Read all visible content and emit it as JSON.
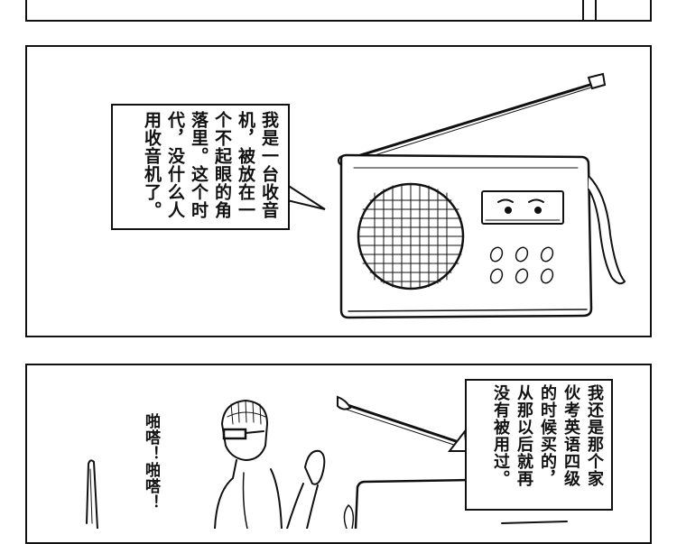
{
  "panels": [
    {
      "name": "top-panel-fragment"
    },
    {
      "name": "radio-panel",
      "speech": {
        "text": "我是一台收音\n机，被放在一\n个不起眼的角\n落里。这个时\n代，没什么人\n用收音机了。"
      }
    },
    {
      "name": "student-panel",
      "sfx": "啪嗒！啪嗒！",
      "speech": {
        "text": "我还是那个家\n伙考英语四级\n的时候买的，\n从那以后就再\n没有被用过。"
      }
    }
  ],
  "colors": {
    "ink": "#111111",
    "paper": "#ffffff"
  }
}
